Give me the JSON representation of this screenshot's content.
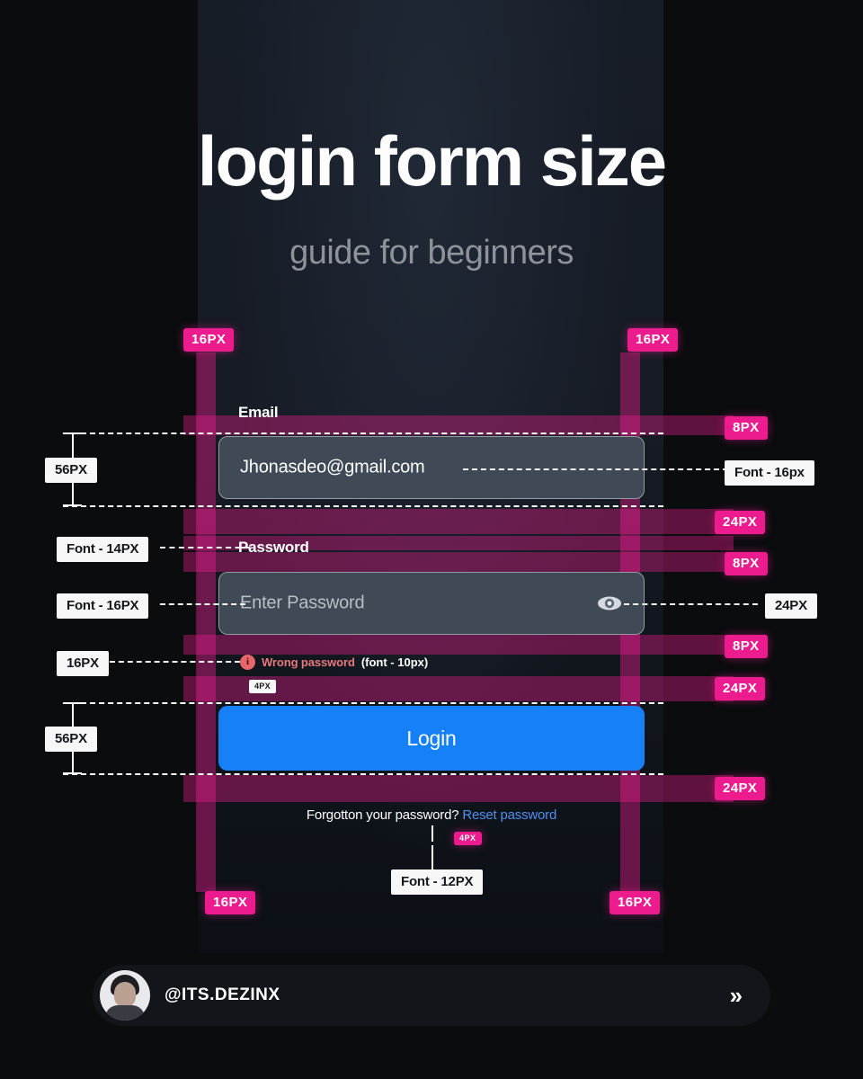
{
  "header": {
    "title": "login form size",
    "subtitle": "guide for beginners"
  },
  "form": {
    "email_label": "Email",
    "email_value": "Jhonasdeo@gmail.com",
    "password_label": "Password",
    "password_placeholder": "Enter Password",
    "eye_icon": "eye-icon",
    "error_icon": "info-circle-icon",
    "error_text": "Wrong password",
    "error_note": "(font - 10px)",
    "login_label": "Login",
    "forgot_text": "Forgotton your password?",
    "reset_link": "Reset password"
  },
  "annotations": {
    "pink": [
      {
        "id": "top-left-16px",
        "label": "16PX"
      },
      {
        "id": "top-right-16px",
        "label": "16PX"
      },
      {
        "id": "email-label-gap-8px",
        "label": "8PX"
      },
      {
        "id": "email-bottom-24px",
        "label": "24PX"
      },
      {
        "id": "password-label-gap-8px",
        "label": "8PX"
      },
      {
        "id": "password-error-gap-8px",
        "label": "8PX"
      },
      {
        "id": "error-button-gap-24px",
        "label": "24PX"
      },
      {
        "id": "button-bottom-24px",
        "label": "24PX"
      },
      {
        "id": "reset-gap-4px",
        "label": "4PX"
      },
      {
        "id": "bottom-left-16px",
        "label": "16PX"
      },
      {
        "id": "bottom-right-16px",
        "label": "16PX"
      }
    ],
    "white": [
      {
        "id": "email-height-56px",
        "label": "56PX"
      },
      {
        "id": "email-font-16px",
        "label": "Font - 16px"
      },
      {
        "id": "password-label-font-14px",
        "label": "Font - 14PX"
      },
      {
        "id": "password-input-font-16px",
        "label": "Font - 16PX"
      },
      {
        "id": "password-right-24px",
        "label": "24PX"
      },
      {
        "id": "error-left-16px",
        "label": "16PX"
      },
      {
        "id": "error-gap-4px",
        "label": "4PX"
      },
      {
        "id": "button-height-56px",
        "label": "56PX"
      },
      {
        "id": "forgot-font-12px",
        "label": "Font - 12PX"
      }
    ]
  },
  "footer": {
    "handle": "@ITS.DEZINX",
    "next_icon": "double-chevron-right-icon",
    "avatar": "avatar"
  },
  "colors": {
    "accent_pink": "#ec1c8e",
    "login_blue": "#1580f8",
    "link_blue": "#4f8ff2",
    "error_red": "#e8797e",
    "input_fill": "#3f4a56",
    "page_bg": "#0a0c0e",
    "panel_bg": "#161b24"
  }
}
